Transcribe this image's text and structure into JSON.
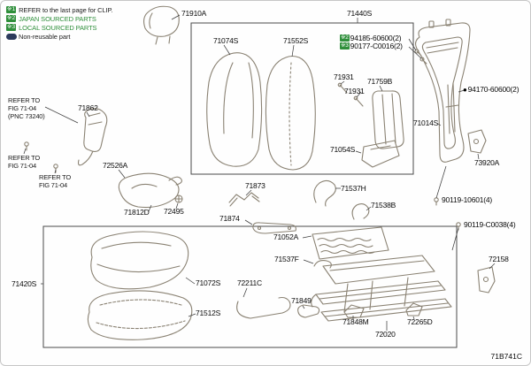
{
  "colors": {
    "legend_green": "#2f8f3b",
    "non_reusable_badge": "#2c3a5c",
    "diagram_line": "#8a8273",
    "leader_line": "#3f3f3f"
  },
  "figure": {
    "drawing_number": "71B741C"
  },
  "legend": [
    {
      "marker": "※1",
      "text": "REFER to the last page for CLIP."
    },
    {
      "marker": "※2",
      "text": "JAPAN SOURCED PARTS"
    },
    {
      "marker": "※3",
      "text": "LOCAL SOURCED PARTS"
    },
    {
      "marker": "",
      "text": "Non-reusable part"
    }
  ],
  "notes": [
    {
      "text": "REFER TO\nFIG 71-04\n(PNC 73240)"
    },
    {
      "text": "REFER TO\nFIG 71-04"
    },
    {
      "text": "REFER TO\nFIG 71-04"
    }
  ],
  "parts": [
    {
      "number": "71910A"
    },
    {
      "number": "71440S"
    },
    {
      "number": "71074S"
    },
    {
      "number": "71552S"
    },
    {
      "marker": "※2",
      "number": "94185-60600(2)"
    },
    {
      "marker": "※3",
      "number": "90177-C0016(2)"
    },
    {
      "number": "71931"
    },
    {
      "number": "71759B"
    },
    {
      "number": "71931"
    },
    {
      "marker": "●",
      "number": "94170-60600(2)"
    },
    {
      "number": "71014S"
    },
    {
      "number": "71862"
    },
    {
      "number": "73920A"
    },
    {
      "number": "71054S"
    },
    {
      "number": "72526A"
    },
    {
      "number": "71873"
    },
    {
      "number": "71537H"
    },
    {
      "number": "71538B"
    },
    {
      "number": "90119-10601(4)"
    },
    {
      "number": "71812D"
    },
    {
      "number": "72495"
    },
    {
      "number": "71874"
    },
    {
      "number": "90119-C0038(4)"
    },
    {
      "number": "71052A"
    },
    {
      "number": "71537F"
    },
    {
      "number": "72158"
    },
    {
      "number": "71420S"
    },
    {
      "number": "71072S"
    },
    {
      "number": "72211C"
    },
    {
      "number": "71849"
    },
    {
      "number": "71512S"
    },
    {
      "number": "71848M"
    },
    {
      "number": "72265D"
    },
    {
      "number": "72020"
    }
  ]
}
